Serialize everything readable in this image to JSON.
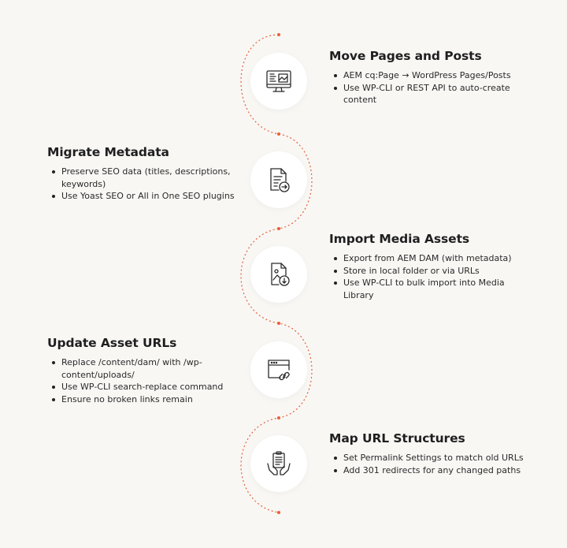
{
  "accent_color": "#e8603a",
  "steps": [
    {
      "title": "Move Pages and Posts",
      "icon": "monitor-layout-icon",
      "bullets": [
        "AEM cq:Page → WordPress Pages/Posts",
        "Use WP-CLI or REST API to auto-create content"
      ]
    },
    {
      "title": "Migrate Metadata",
      "icon": "document-arrow-icon",
      "bullets": [
        "Preserve SEO data (titles, descriptions, keywords)",
        "Use Yoast SEO or All in One SEO plugins"
      ]
    },
    {
      "title": "Import Media Assets",
      "icon": "image-file-download-icon",
      "bullets": [
        "Export from AEM DAM (with metadata)",
        "Store in local folder or via URLs",
        "Use WP-CLI to bulk import into Media Library"
      ]
    },
    {
      "title": "Update Asset URLs",
      "icon": "browser-link-icon",
      "bullets": [
        "Replace /content/dam/ with /wp-content/uploads/",
        "Use WP-CLI search-replace command",
        "Ensure no broken links remain"
      ]
    },
    {
      "title": "Map URL Structures",
      "icon": "document-hands-icon",
      "bullets": [
        "Set Permalink Settings to match old URLs",
        "Add 301 redirects for any changed paths"
      ]
    }
  ]
}
